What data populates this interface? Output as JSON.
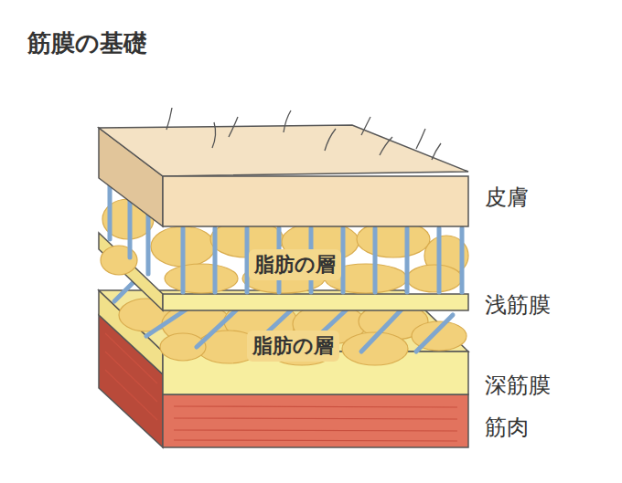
{
  "diagram": {
    "title": "筋膜の基礎",
    "nodes": [
      {
        "text": [
          "脂肪の層"
        ]
      },
      {
        "text": [
          "脂肪の層"
        ]
      }
    ],
    "labels": [
      "皮膚",
      "浅筋膜",
      "深筋膜",
      "筋肉"
    ]
  }
}
